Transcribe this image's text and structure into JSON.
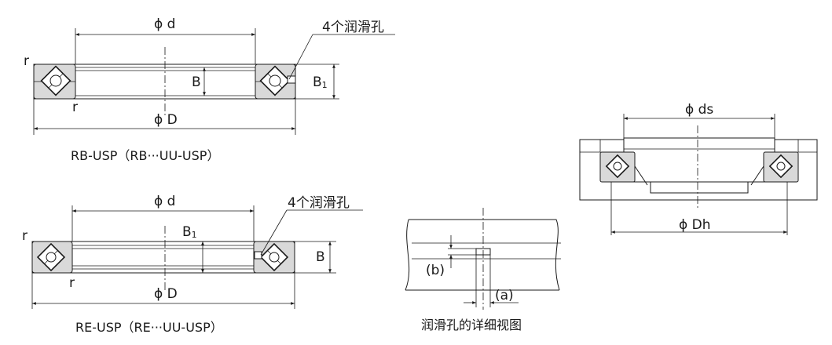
{
  "views": {
    "rb_usp": {
      "label_d": "ϕ d",
      "label_D": "ϕ D",
      "label_B": "B",
      "label_B1_main": "B",
      "label_B1_sub": "1",
      "label_r_top": "r",
      "label_r_bottom": "r",
      "label_holes": "4个润滑孔",
      "caption": "RB-USP（RB···UU-USP）"
    },
    "re_usp": {
      "label_d": "ϕ d",
      "label_D": "ϕ D",
      "label_B": "B",
      "label_B1_main": "B",
      "label_B1_sub": "1",
      "label_r_top": "r",
      "label_r_bottom": "r",
      "label_holes": "4个润滑孔",
      "caption": "RE-USP（RE···UU-USP）"
    },
    "detail": {
      "label_b": "(b)",
      "label_a": "(a)",
      "caption": "润滑孔的详细视图"
    },
    "mounting": {
      "label_ds": "ϕ ds",
      "label_Dh": "ϕ Dh"
    }
  }
}
